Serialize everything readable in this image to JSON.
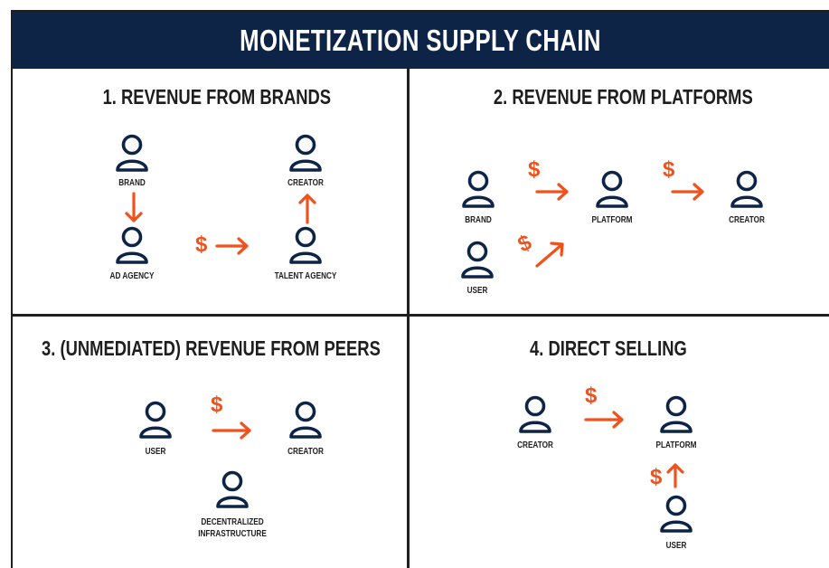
{
  "title": "MONETIZATION SUPPLY CHAIN",
  "panels": [
    {
      "title": "1. REVENUE FROM BRANDS",
      "actors": {
        "brand": "BRAND",
        "creator": "CREATOR",
        "ad_agency": "AD AGENCY",
        "talent_agency": "TALENT AGENCY"
      }
    },
    {
      "title": "2. REVENUE FROM PLATFORMS",
      "actors": {
        "brand": "BRAND",
        "platform": "PLATFORM",
        "creator": "CREATOR",
        "user": "USER"
      }
    },
    {
      "title": "3. (UNMEDIATED) REVENUE FROM PEERS",
      "actors": {
        "user": "USER",
        "creator": "CREATOR",
        "infra_line1": "DECENTRALIZED",
        "infra_line2": "INFRASTRUCTURE"
      }
    },
    {
      "title": "4. DIRECT SELLING",
      "actors": {
        "creator": "CREATOR",
        "platform": "PLATFORM",
        "user": "USER"
      }
    }
  ],
  "money_symbol": "$",
  "colors": {
    "banner": "#0d2447",
    "accent": "#f0521e",
    "icon": "#0d2447",
    "text": "#1e1e1e"
  }
}
